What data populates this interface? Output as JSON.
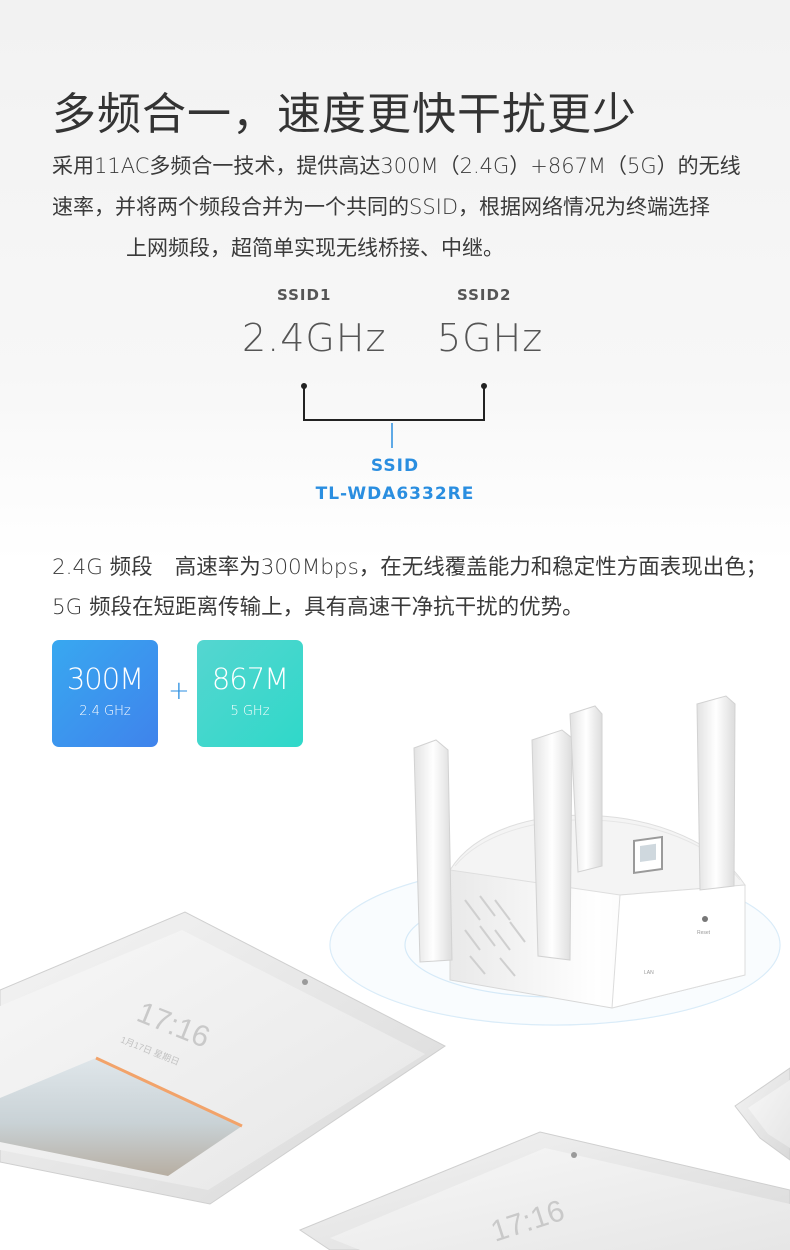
{
  "headline": "多频合一，速度更快干扰更少",
  "intro": {
    "part1": "采用11AC多频合一技术，提供高达300M（2.4G）+867M（5G）的无线速率，并将两个频段合并为一个共同的SSID，根据网络情况为终端选择",
    "part2": "上网频段，超简单实现无线桥接、中继。"
  },
  "diagram": {
    "ssid1_label": "SSID1",
    "ssid1_band": "2.4GHz",
    "ssid2_label": "SSID2",
    "ssid2_band": "5GHz",
    "target_label": "SSID",
    "target_model": "TL-WDA6332RE"
  },
  "description": {
    "band24": "2.4G 频段",
    "text": "高速率为300Mbps，在无线覆盖能力和稳定性方面表现出色；5G 频段在短距离传输上，具有高速干净抗干扰的优势。"
  },
  "rates": [
    {
      "rate": "300M",
      "freq": "2.4 GHz"
    },
    {
      "rate": "867M",
      "freq": "5 GHz"
    }
  ],
  "plus_sign": "+",
  "tablet1": {
    "time": "17:16",
    "date": "1月17日 星期日"
  },
  "tablet2": {
    "time": "17:16"
  },
  "device": {
    "reset_label": "Reset",
    "lan_label": "LAN"
  },
  "colors": {
    "accent_blue": "#2a8ee0",
    "card_24": "#3f95ee",
    "card_5": "#3fd6cc"
  }
}
